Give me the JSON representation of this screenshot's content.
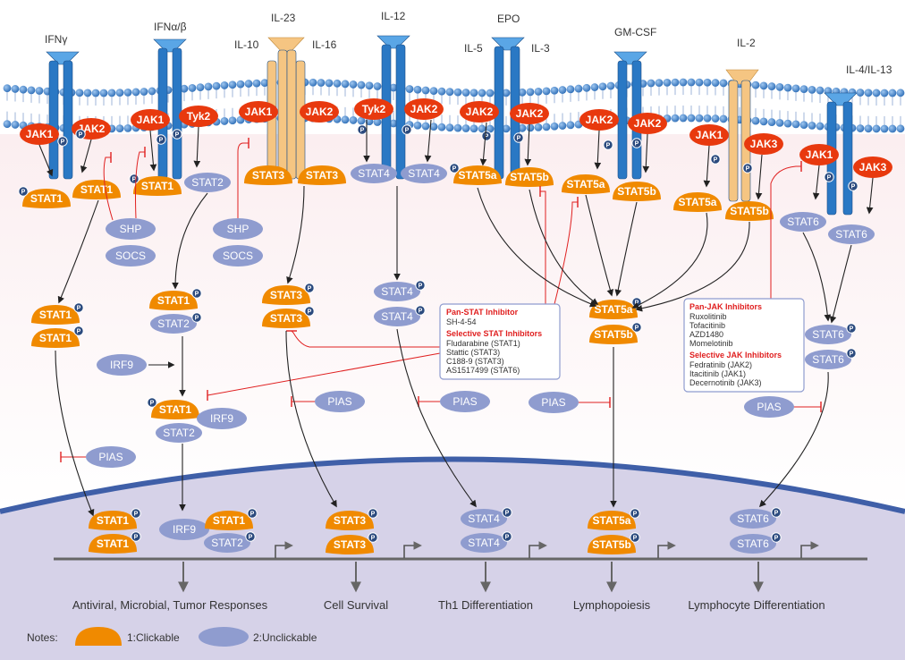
{
  "ligands": {
    "ifng": "IFNγ",
    "ifnab": "IFNα/β",
    "il23": "IL-23",
    "il10": "IL-10",
    "il16": "IL-16",
    "il12": "IL-12",
    "epo": "EPO",
    "il5": "IL-5",
    "il3": "IL-3",
    "gmcsf": "GM-CSF",
    "il2": "IL-2",
    "il4_13": "IL-4/IL-13"
  },
  "jaks": {
    "jak1": "JAK1",
    "jak2": "JAK2",
    "jak3": "JAK3",
    "tyk2": "Tyk2"
  },
  "stats": {
    "stat1": "STAT1",
    "stat2": "STAT2",
    "stat3": "STAT3",
    "stat4": "STAT4",
    "stat5a": "STAT5a",
    "stat5b": "STAT5b",
    "stat6": "STAT6"
  },
  "regulators": {
    "shp": "SHP",
    "socs": "SOCS",
    "pias": "PIAS",
    "irf9": "IRF9",
    "p": "P"
  },
  "stat_inhibitor_box": {
    "pan_title": "Pan-STAT Inhibitor",
    "pan_items": [
      "SH-4-54"
    ],
    "sel_title": "Selective STAT Inhibitors",
    "sel_items": [
      "Fludarabine (STAT1)",
      "Stattic (STAT3)",
      "C188-9 (STAT3)",
      "AS1517499 (STAT6)"
    ]
  },
  "jak_inhibitor_box": {
    "pan_title": "Pan-JAK Inhibitors",
    "pan_items": [
      "Ruxolitinib",
      "Tofacitinib",
      "AZD1480",
      "Momelotinib"
    ],
    "sel_title": "Selective JAK Inhibitors",
    "sel_items": [
      "Fedratinib (JAK2)",
      "Itacitinib (JAK1)",
      "Decernotinib (JAK3)"
    ]
  },
  "outcomes": {
    "antiviral": "Antiviral, Microbial, Tumor Responses",
    "survival": "Cell Survival",
    "th1": "Th1 Differentiation",
    "lymphopoiesis": "Lymphopoiesis",
    "lymphocyte": "Lymphocyte Differentiation"
  },
  "notes": {
    "label": "Notes:",
    "clickable": "1:Clickable",
    "unclickable": "2:Unclickable"
  },
  "colors": {
    "jak_red": "#e8390e",
    "stat_orange": "#f08a00",
    "stat_blue": "#8f9ccf",
    "receptor_blue": "#2a78c4",
    "receptor_tan": "#f5c582",
    "inhibit_red": "#e02020",
    "nucleus": "#d6d2e8",
    "nuclear_border": "#3f5fa8"
  }
}
